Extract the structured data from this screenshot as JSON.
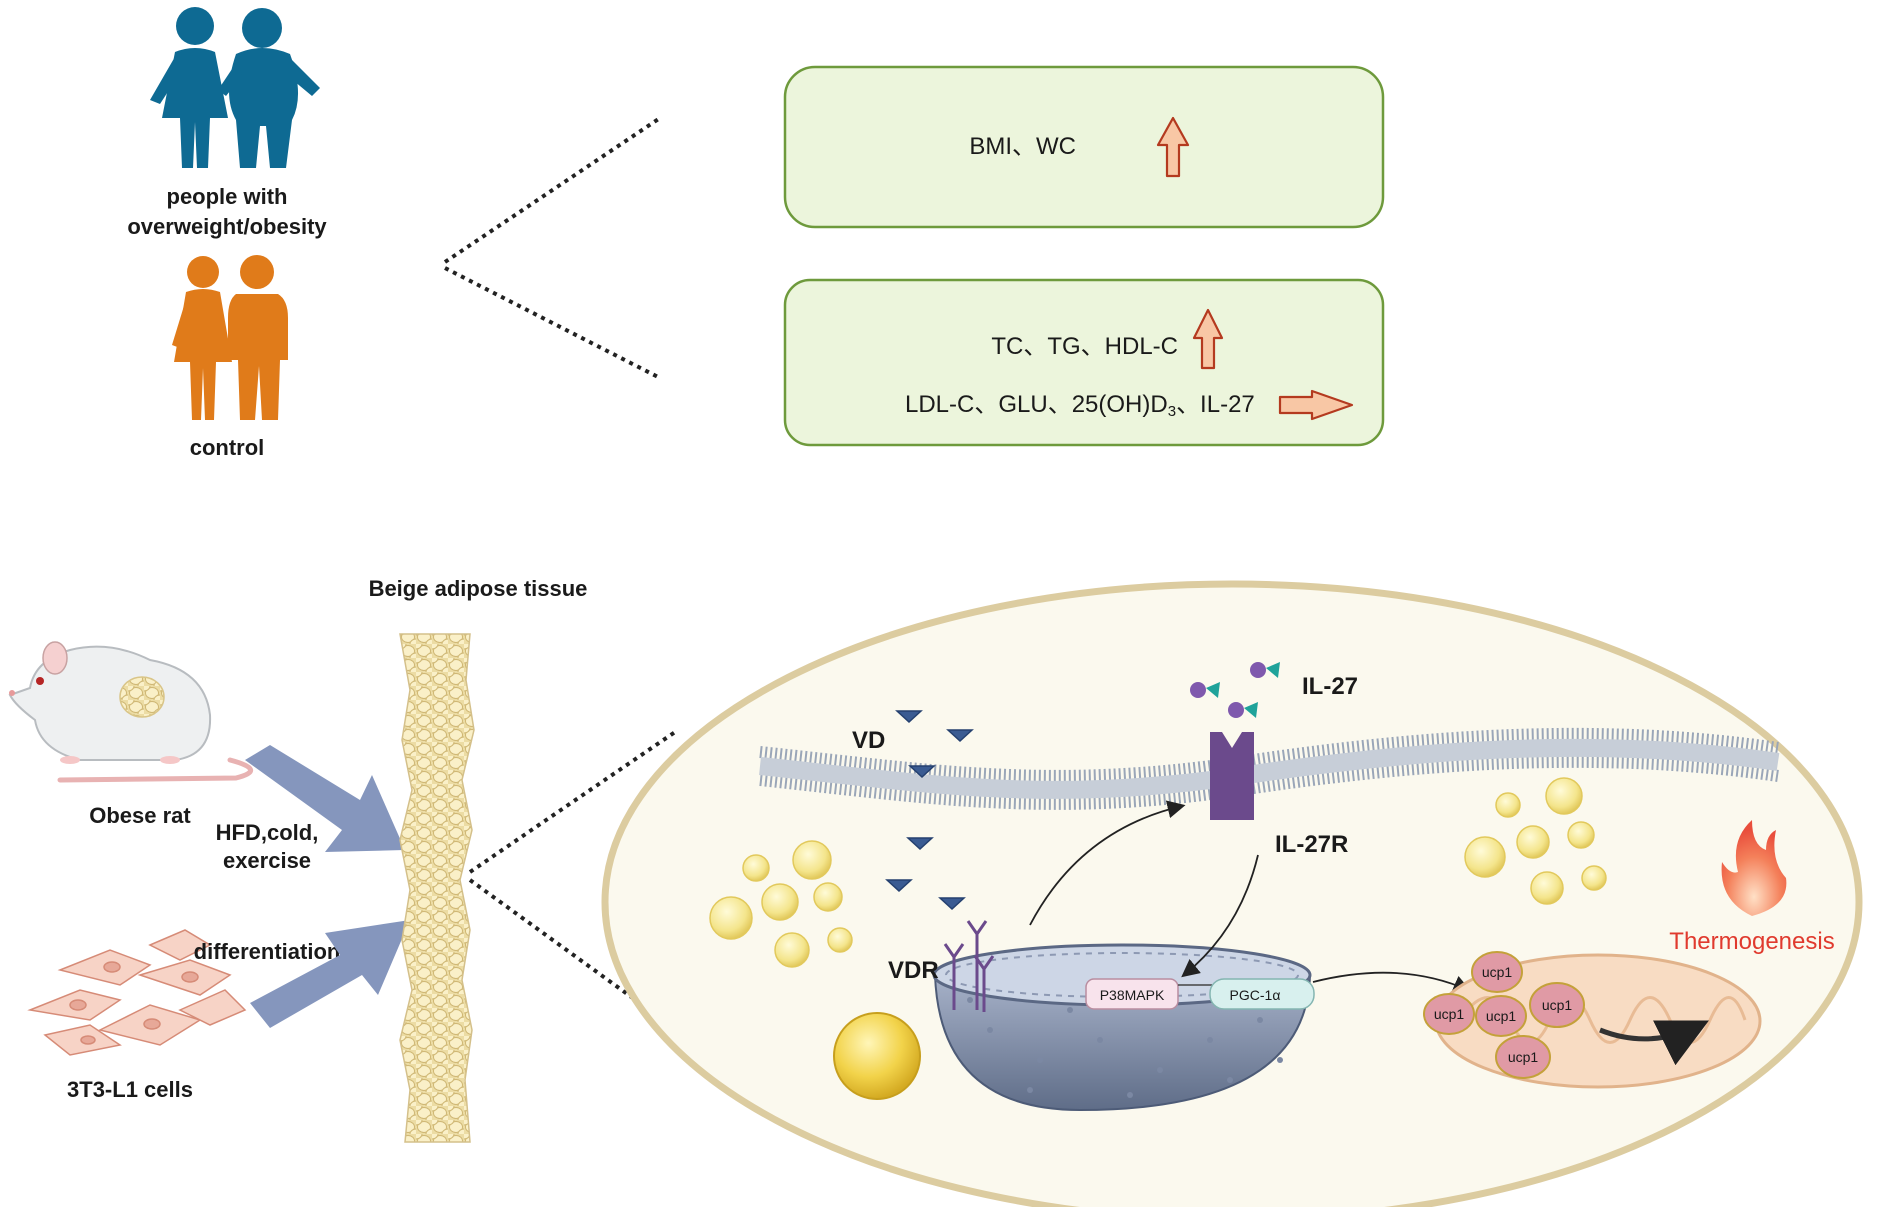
{
  "groups": {
    "obese_label_line1": "people with",
    "obese_label_line2": "overweight/obesity",
    "control_label": "control"
  },
  "findings": {
    "box1_text": "BMI、WC",
    "box2_line1": "TC、TG、HDL-C",
    "box2_line2": "LDL-C、GLU、25(OH)D",
    "box2_line2_subscript": "3",
    "box2_line2_tail": "、IL-27"
  },
  "models": {
    "tissue_title": "Beige adipose tissue",
    "rat_label": "Obese rat",
    "rat_treatment_line1": "HFD,cold,",
    "rat_treatment_line2": "exercise",
    "cells_treatment": "differentiation",
    "cells_label": "3T3-L1 cells"
  },
  "cell": {
    "vd_label": "VD",
    "vdr_label": "VDR",
    "il27_label": "IL-27",
    "il27r_label": "IL-27R",
    "p38_label": "P38MAPK",
    "pgc_label": "PGC-1α",
    "ucp_label": "ucp1",
    "thermo_label": "Thermogenesis"
  },
  "colors": {
    "obese_figure": "#0e6a93",
    "control_figure": "#e07b1a",
    "box_fill": "#ecf5dc",
    "box_stroke": "#6e9a3c",
    "up_arrow_fill": "#f8c7a5",
    "arrow_stroke": "#c0392b",
    "cell_fill": "#fbf9ee",
    "cell_stroke": "#dccca0",
    "thermo_text": "#e03a2e"
  }
}
